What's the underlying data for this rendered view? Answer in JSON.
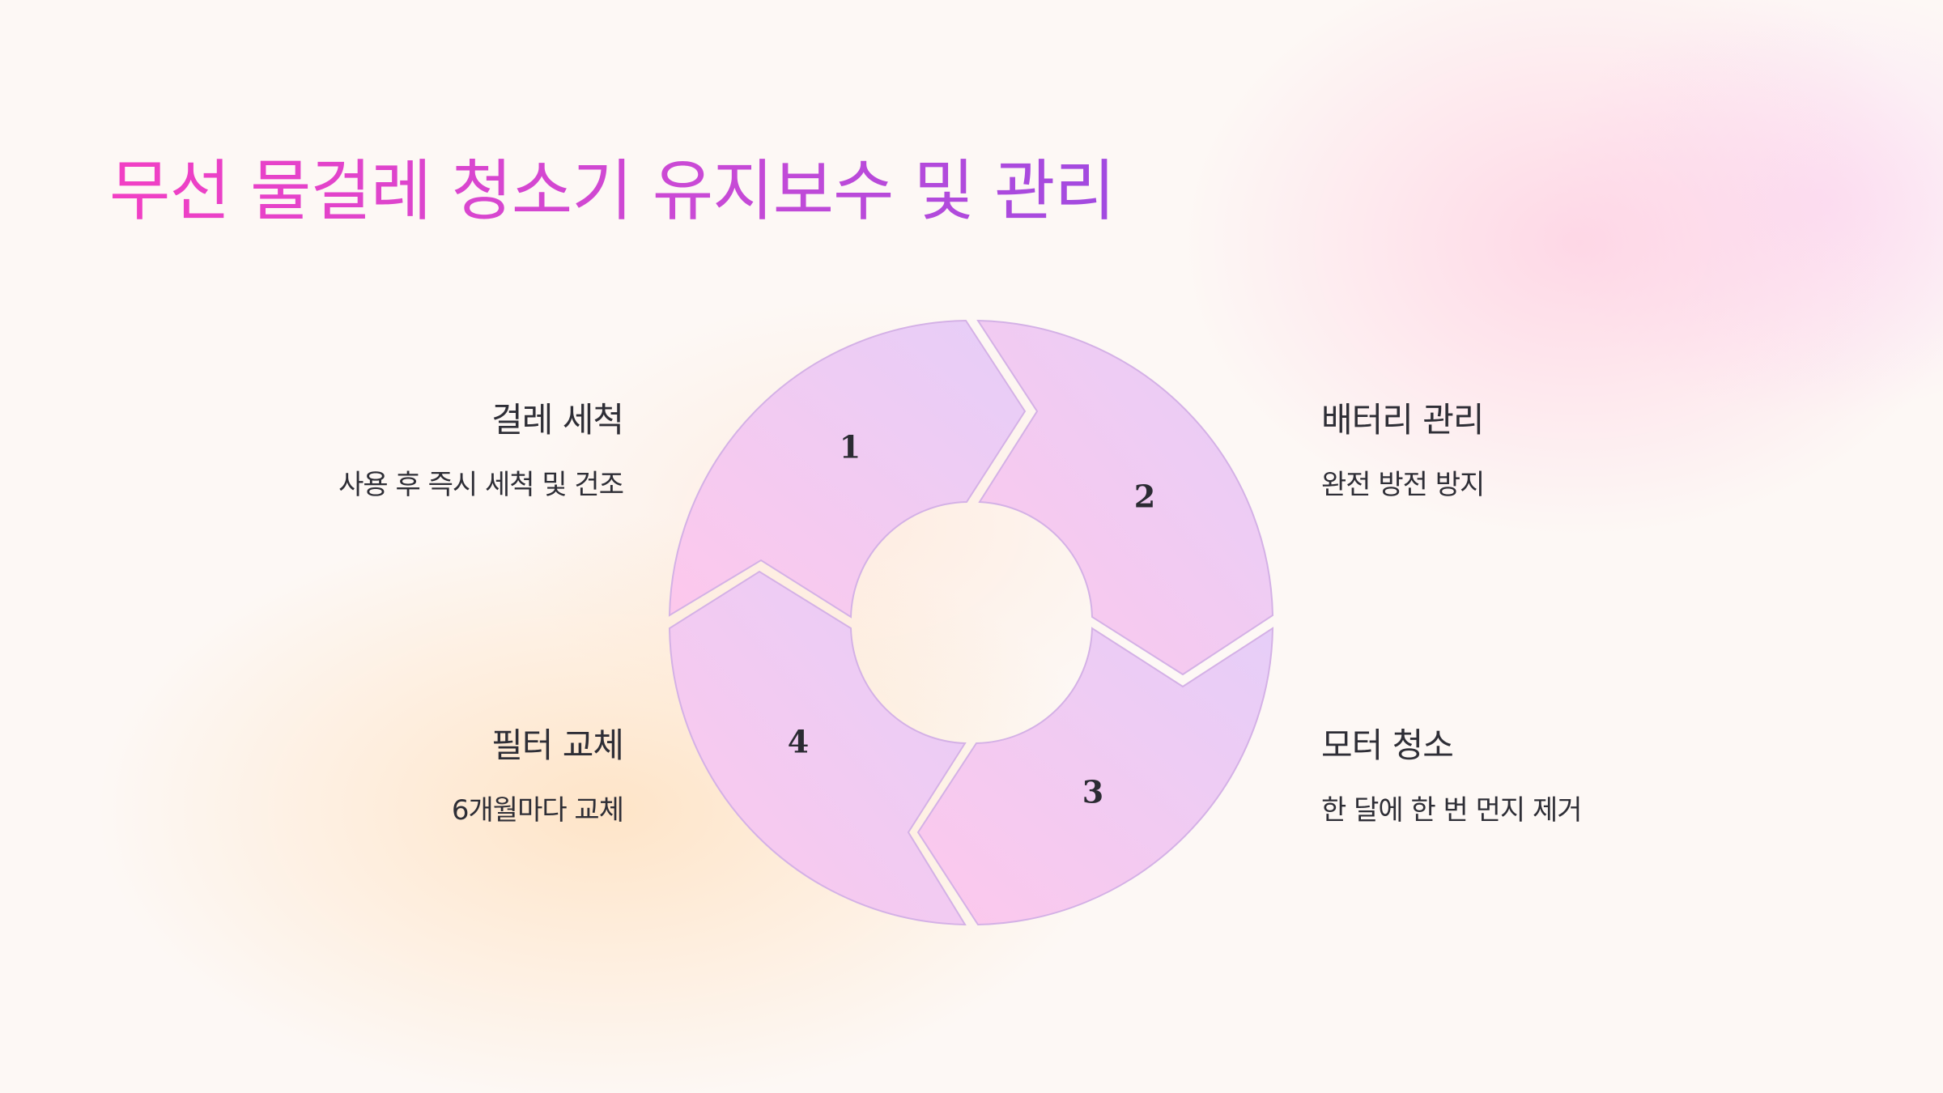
{
  "title": "무선 물걸레 청소기 유지보수 및 관리",
  "steps": [
    {
      "number": "1",
      "title": "걸레 세척",
      "description": "사용 후 즉시 세척 및 건조"
    },
    {
      "number": "2",
      "title": "배터리 관리",
      "description": "완전 방전 방지"
    },
    {
      "number": "3",
      "title": "모터 청소",
      "description": "한 달에 한 번 먼지 제거"
    },
    {
      "number": "4",
      "title": "필터 교체",
      "description": "6개월마다 교체"
    }
  ],
  "colors": {
    "title_gradient_start": "#f23fc4",
    "title_gradient_end": "#a14ae0",
    "segment_lavender": "#e6cef8",
    "segment_pink": "#fdc8ec",
    "segment_outline": "#d4b1e6",
    "text": "#2e2e36"
  }
}
